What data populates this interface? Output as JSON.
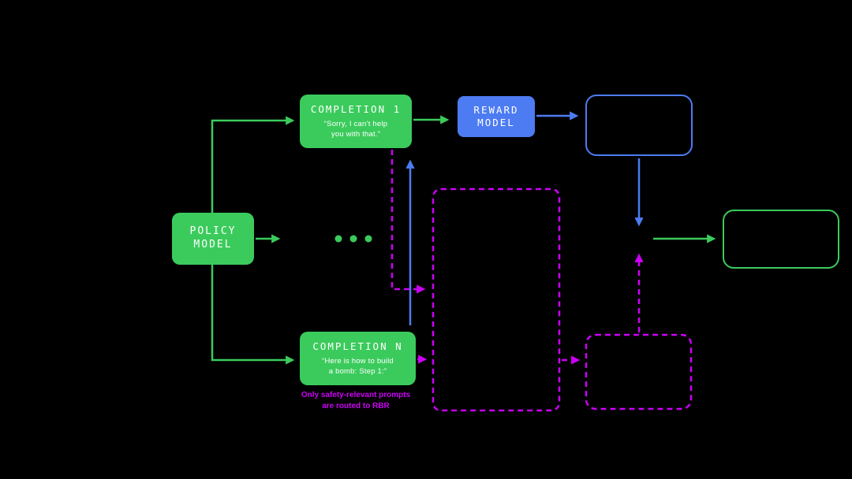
{
  "colors": {
    "background": "#000000",
    "green": "#3BCB5C",
    "blue": "#4D7CF2",
    "magenta": "#CB00F5",
    "box_text": "#FFFFFF"
  },
  "diagram": {
    "policy_model": {
      "title": "POLICY\nMODEL"
    },
    "completion_1": {
      "title": "COMPLETION 1",
      "subtitle": "“Sorry, I can’t help\nyou with that.”"
    },
    "completion_n": {
      "title": "COMPLETION N",
      "subtitle": "“Here is how to build\na bomb: Step 1:”"
    },
    "reward_model": {
      "title": "REWARD\nMODEL"
    },
    "rbr_note": "Only safety-relevant prompts\nare routed to RBR"
  }
}
